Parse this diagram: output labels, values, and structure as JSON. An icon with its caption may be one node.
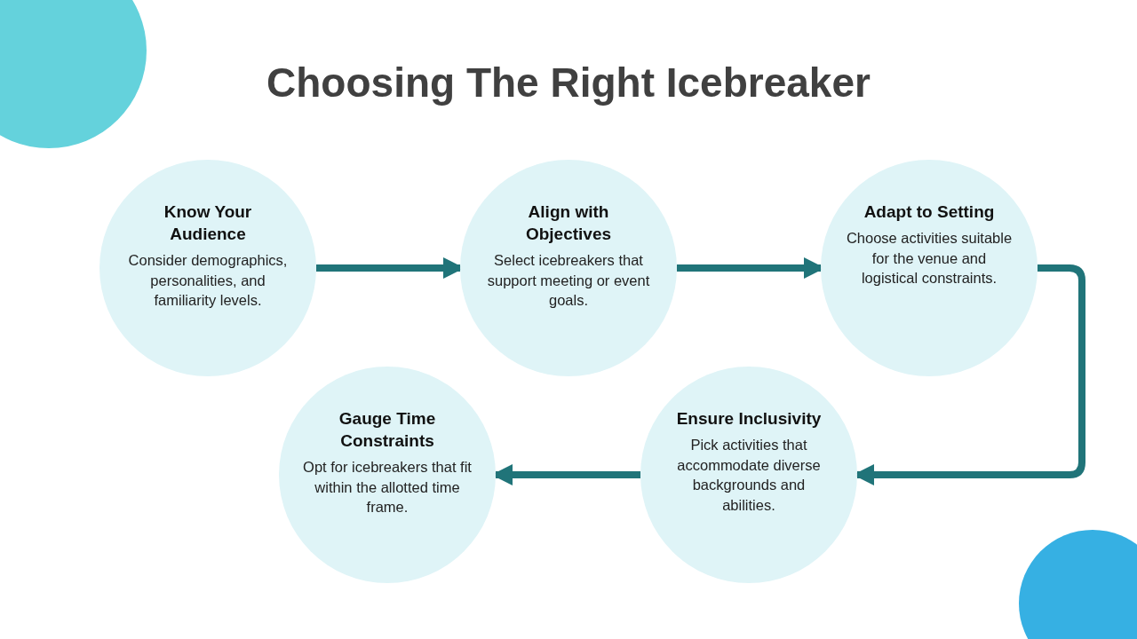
{
  "diagram": {
    "title": "Choosing The Right Icebreaker",
    "nodes": [
      {
        "text": [
          "Know Your Audience",
          "Consider demographics, personalities, and familiarity levels."
        ]
      },
      {
        "text": [
          "Align with Objectives",
          "Select icebreakers that support meeting or event goals."
        ]
      },
      {
        "text": [
          "Adapt to Setting",
          "Choose activities suitable for the venue and logistical constraints."
        ]
      },
      {
        "text": [
          "Ensure Inclusivity",
          "Pick activities that accommodate diverse backgrounds and abilities."
        ]
      },
      {
        "text": [
          "Gauge Time Constraints",
          "Opt for icebreakers that fit within the allotted time frame."
        ]
      }
    ],
    "edges": [
      {
        "from": 0,
        "to": 1,
        "arrow": "to"
      },
      {
        "from": 1,
        "to": 2,
        "arrow": "to"
      },
      {
        "from": 2,
        "to": 3,
        "arrow": "to"
      },
      {
        "from": 3,
        "to": 4,
        "arrow": "to"
      }
    ]
  }
}
